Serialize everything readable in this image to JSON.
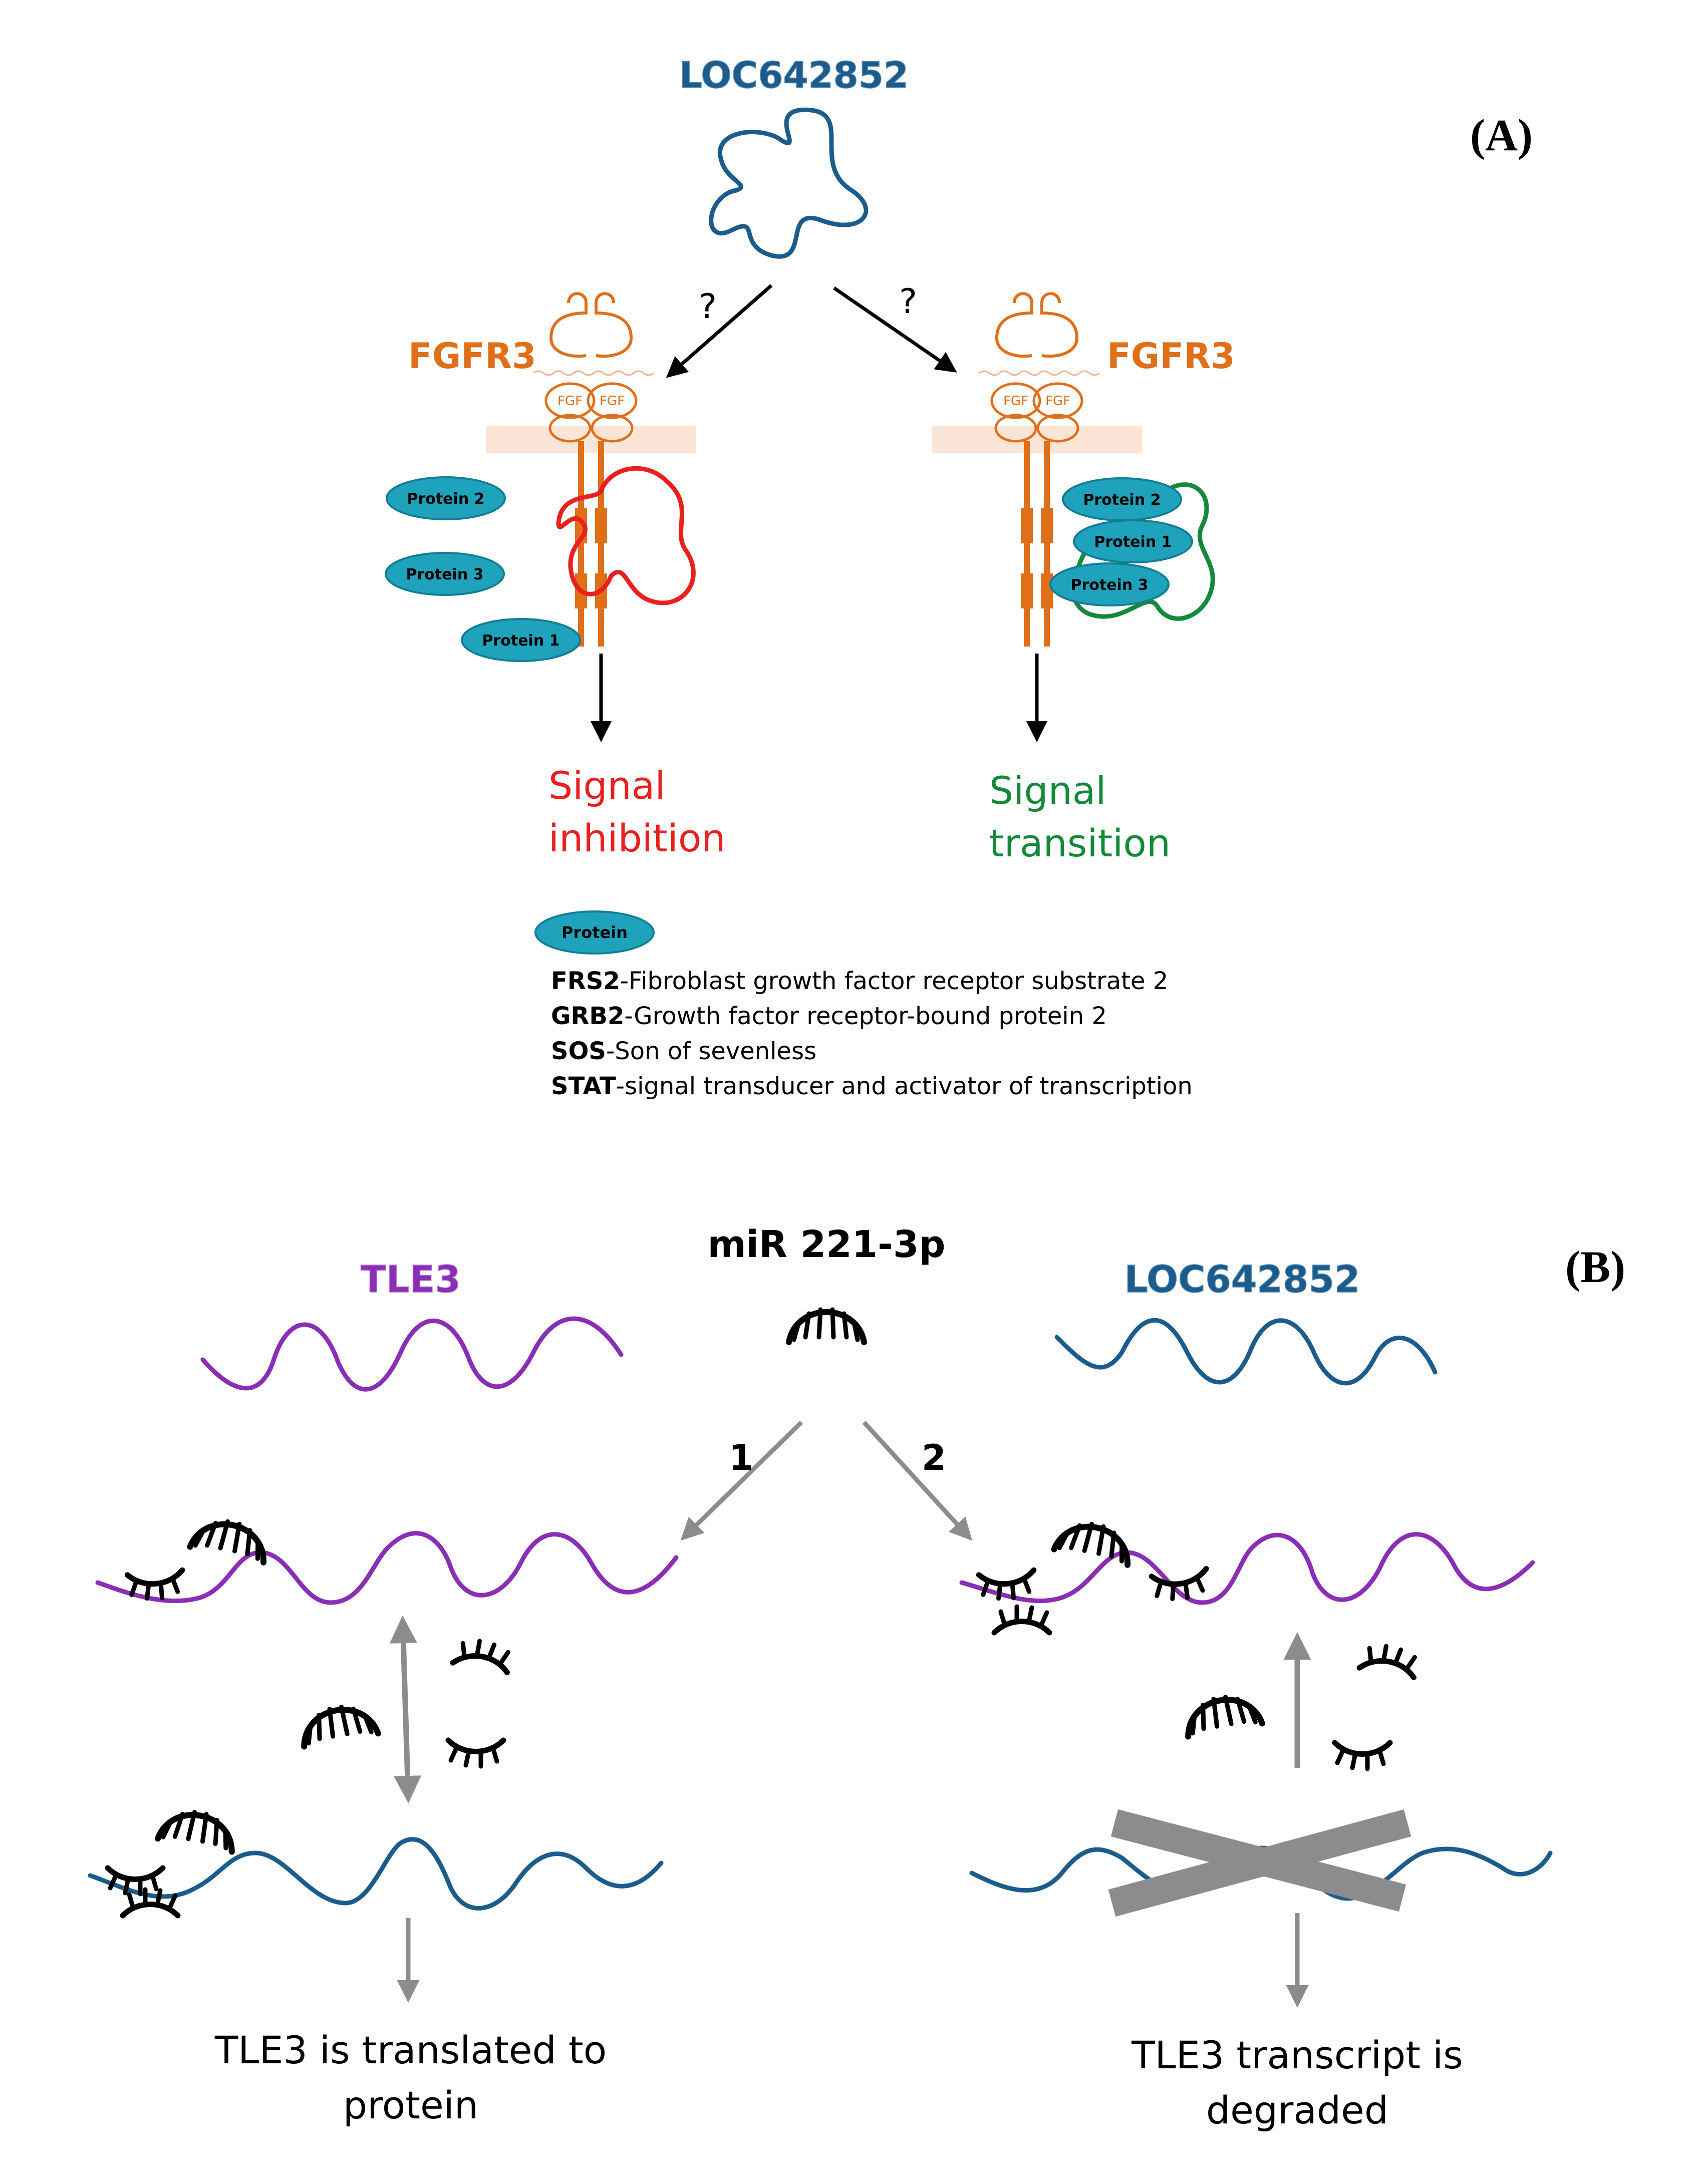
{
  "panel_a": {
    "panel_label": "(A)",
    "lncrna_title": "LOC642852",
    "question_left": "?",
    "question_right": "?",
    "fgfr3_left": "FGFR3",
    "fgfr3_right": "FGFR3",
    "fgf_label": "FGF",
    "protein_1": "Protein 1",
    "protein_2": "Protein 2",
    "protein_3": "Protein 3",
    "signal_inhibition_line1": "Signal",
    "signal_inhibition_line2": "inhibition",
    "signal_transition_line1": "Signal",
    "signal_transition_line2": "transition",
    "legend_protein": "Protein",
    "legend": [
      {
        "abbr": "FRS2",
        "desc": "-Fibroblast growth factor receptor substrate 2"
      },
      {
        "abbr": "GRB2",
        "desc": "-Growth factor receptor-bound protein 2"
      },
      {
        "abbr": "SOS",
        "desc": "-Son of sevenless"
      },
      {
        "abbr": "STAT",
        "desc": "-signal transducer and activator of transcription"
      }
    ]
  },
  "panel_b": {
    "panel_label": "(B)",
    "mirna_title": "miR 221-3p",
    "tle3_title": "TLE3",
    "lncrna_title": "LOC642852",
    "path_1": "1",
    "path_2": "2",
    "outcome_left_line1": "TLE3 is translated to",
    "outcome_left_line2": "protein",
    "outcome_right_line1": "TLE3 transcript is",
    "outcome_right_line2": "degraded"
  },
  "colors": {
    "lncrna_blue": "#1b5c8c",
    "tle3_purple": "#8a2eb5",
    "fgfr3_orange": "#e06f1a",
    "inhibition_red": "#e8201e",
    "transition_green": "#14893a",
    "protein_teal": "#1fa3bd",
    "arrow_gray": "#8c8c8c"
  }
}
